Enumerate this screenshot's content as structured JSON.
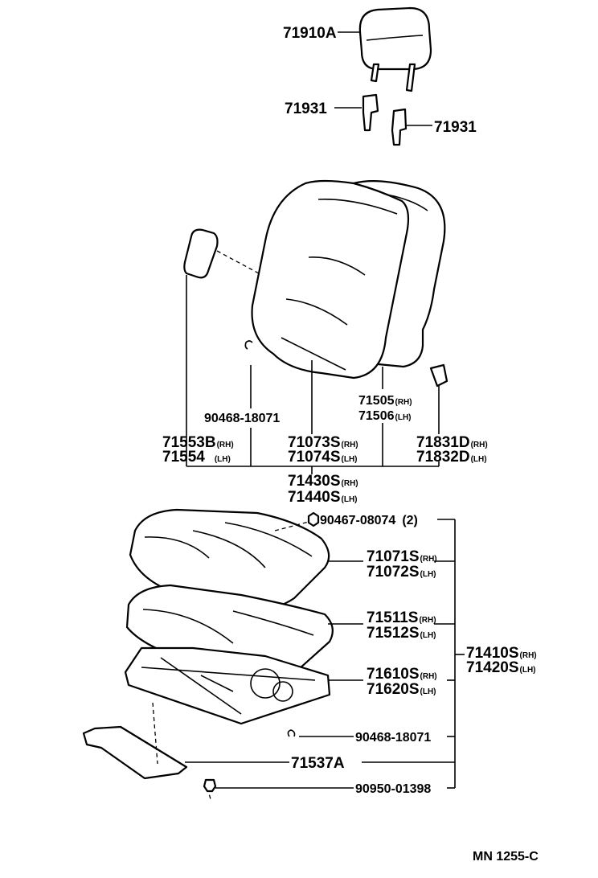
{
  "labels": {
    "headrest": "71910A",
    "headrest_support_left": "71931",
    "headrest_support_right": "71931",
    "back_cover_rh": "71505",
    "back_cover_lh": "71506",
    "pad_rh": "71553B",
    "pad_lh": "71554",
    "clip_back": "90468-18071",
    "back_assy_rh": "71073S",
    "back_assy_lh": "71074S",
    "hook_rh": "71831D",
    "hook_lh": "71832D",
    "seatback_rh": "71430S",
    "seatback_lh": "71440S",
    "nut": "90467-08074",
    "nut_qty": "(2)",
    "cushion_cover_rh": "71071S",
    "cushion_cover_lh": "71072S",
    "cushion_pad_rh": "71511S",
    "cushion_pad_lh": "71512S",
    "frame_rh": "71610S",
    "frame_lh": "71620S",
    "seat_assy_rh": "71410S",
    "seat_assy_lh": "71420S",
    "clip_frame": "90468-18071",
    "board": "71537A",
    "screw": "90950-01398",
    "rh": "(RH)",
    "lh": "(LH)",
    "lh_spaced": "(LH)",
    "diagram_code": "MN 1255-C"
  }
}
